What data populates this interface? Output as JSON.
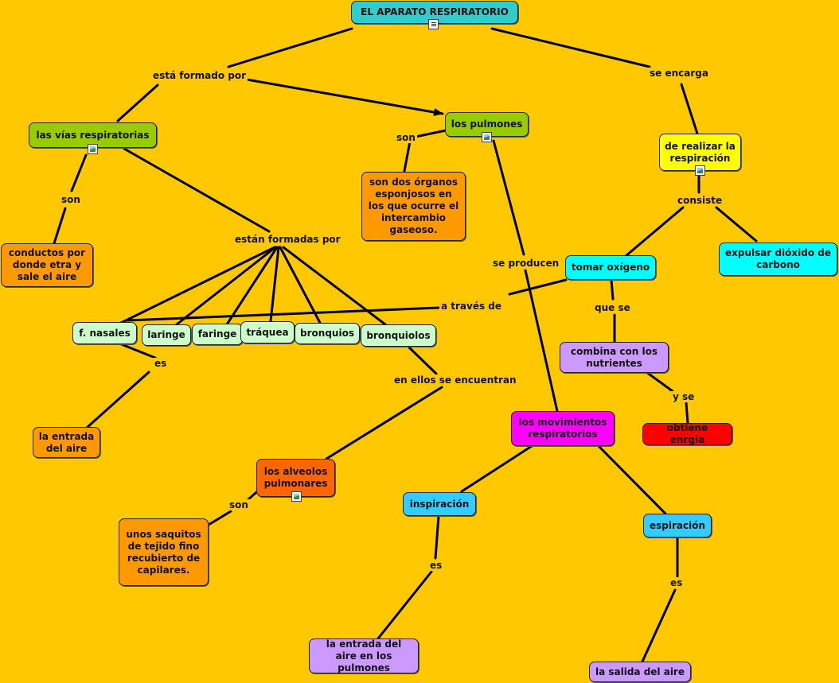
{
  "colors": {
    "background": "#FFC800",
    "teal": "#33CCCC",
    "green": "#99CC00",
    "yellow": "#FFFF00",
    "orange": "#FF9900",
    "cyan": "#00FFFF",
    "pale_green": "#CCFFCC",
    "lavender": "#CC99FF",
    "magenta": "#FF00FF",
    "red": "#FF0000",
    "orange_red": "#FF6600",
    "sky": "#33CCFF"
  },
  "nodes": {
    "title": "EL APARATO RESPIRATORIO",
    "vias": "las vías respiratorias",
    "pulmones": "los pulmones",
    "realizar": "de realizar la respiración",
    "conductos": "conductos por donde etra y sale el aire",
    "organos": "son dos órganos esponjosos en los que ocurre el intercambio gaseoso.",
    "tomar": "tomar oxígeno",
    "expulsar": "expulsar dióxido de carbono",
    "nasales": "f. nasales",
    "laringe": "laringe",
    "faringe": "faringe",
    "traquea": "tráquea",
    "bronquios": "bronquios",
    "bronquiolos": "bronquiolos",
    "combina": "combina con los nutrientes",
    "energia": "obtiene enrgía",
    "entrada": "la entrada del aire",
    "movimientos": "los movimientos respiratorios",
    "alveolos": "los alveolos pulmonares",
    "saquitos": "unos saquitos de tejido fino recubierto de capilares.",
    "inspiracion": "inspiración",
    "espiracion": "espiración",
    "entrada_pulmones": "la entrada del aire en los pulmones",
    "salida": "la salida del aire"
  },
  "links": {
    "formado": "está formado por",
    "encarga": "se encarga",
    "son_vias": "son",
    "son_pulmones": "son",
    "formadas": "están formadas por",
    "consiste": "consiste",
    "producen": "se producen",
    "traves": "a través de",
    "que_se": "que se",
    "es_nasales": "es",
    "ellos": "en ellos se encuentran",
    "y_se": "y se",
    "son_alveolos": "son",
    "es_insp": "es",
    "es_esp": "es"
  }
}
